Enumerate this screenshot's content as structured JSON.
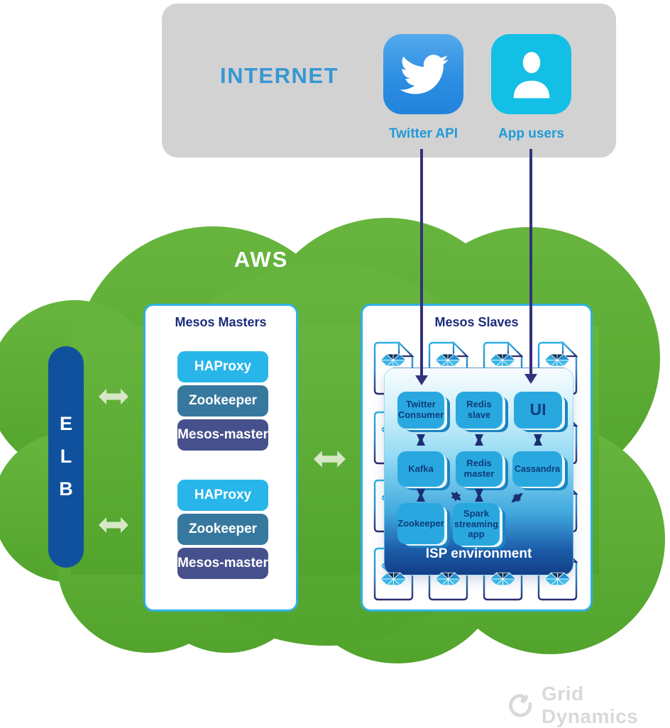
{
  "internet": {
    "title": "INTERNET",
    "twitter": {
      "icon": "twitter-bird-icon",
      "label": "Twitter API"
    },
    "app_users": {
      "icon": "person-icon",
      "label": "App users"
    }
  },
  "aws": {
    "label": "AWS",
    "elb_label": "E\nL\nB"
  },
  "mesos_masters": {
    "title": "Mesos Masters",
    "stacks": [
      {
        "items": [
          "HAProxy",
          "Zookeeper",
          "Mesos-master"
        ]
      },
      {
        "items": [
          "HAProxy",
          "Zookeeper",
          "Mesos-master"
        ]
      }
    ]
  },
  "mesos_slaves": {
    "title": "Mesos Slaves",
    "doc_icon": "mesos-document-icon",
    "isp": {
      "label": "ISP environment",
      "services": {
        "row1": [
          "Twitter\nConsumer",
          "Redis\nslave",
          "UI"
        ],
        "row2": [
          "Kafka",
          "Redis\nmaster",
          "Cassandra"
        ],
        "row3": [
          "Zookeeper",
          "Spark\nstreaming\napp"
        ]
      }
    }
  },
  "footer": {
    "brand": "Grid Dynamics"
  },
  "colors": {
    "cloud_green_top": "#67b53e",
    "cloud_green_bottom": "#52a42c",
    "panel_border_cyan": "#2fb0e2",
    "internet_gray": "#d2d2d2",
    "haproxy_blue": "#28b6ea",
    "zookeeper_steel": "#36789e",
    "mesos_master_slate": "#46508c",
    "service_cyan": "#29a8e0",
    "elb_navy": "#10519e",
    "connector_navy": "#33317d",
    "title_navy": "#1b2c7c",
    "label_blue": "#1f9ad8",
    "pale_arrow_green": "#d7e8c6"
  }
}
